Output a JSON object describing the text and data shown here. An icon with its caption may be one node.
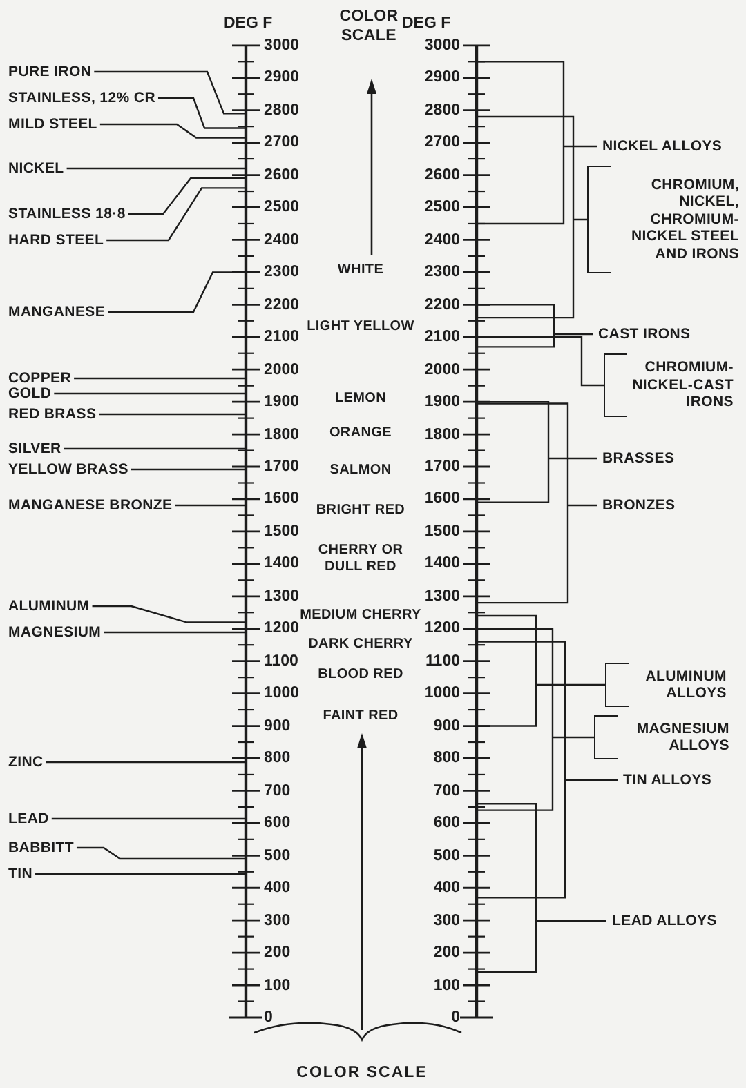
{
  "diagram": {
    "nodes": [
      {
        "text": [
          "PURE IRON"
        ]
      },
      {
        "text": [
          "STAINLESS, 12% CR"
        ]
      },
      {
        "text": [
          "MILD STEEL"
        ]
      },
      {
        "text": [
          "NICKEL"
        ]
      },
      {
        "text": [
          "STAINLESS 18·8"
        ]
      },
      {
        "text": [
          "HARD STEEL"
        ]
      },
      {
        "text": [
          "MANGANESE"
        ]
      },
      {
        "text": [
          "COPPER"
        ]
      },
      {
        "text": [
          "GOLD"
        ]
      },
      {
        "text": [
          "RED BRASS"
        ]
      },
      {
        "text": [
          "SILVER"
        ]
      },
      {
        "text": [
          "YELLOW BRASS"
        ]
      },
      {
        "text": [
          "MANGANESE BRONZE"
        ]
      },
      {
        "text": [
          "ALUMINUM"
        ]
      },
      {
        "text": [
          "MAGNESIUM"
        ]
      },
      {
        "text": [
          "ZINC"
        ]
      },
      {
        "text": [
          "LEAD"
        ]
      },
      {
        "text": [
          "BABBITT"
        ]
      },
      {
        "text": [
          "TIN"
        ]
      },
      {
        "text": [
          "NICKEL ALLOYS"
        ]
      },
      {
        "text": [
          "CHROMIUM, NICKEL, CHROMIUM-NICKEL STEEL AND IRONS"
        ]
      },
      {
        "text": [
          "CAST IRONS"
        ]
      },
      {
        "text": [
          "CHROMIUM-NICKEL-CAST IRONS"
        ]
      },
      {
        "text": [
          "BRASSES"
        ]
      },
      {
        "text": [
          "BRONZES"
        ]
      },
      {
        "text": [
          "ALUMINUM ALLOYS"
        ]
      },
      {
        "text": [
          "MAGNESIUM ALLOYS"
        ]
      },
      {
        "text": [
          "TIN ALLOYS"
        ]
      },
      {
        "text": [
          "LEAD ALLOYS"
        ]
      }
    ],
    "edges": [
      {
        "from": 0,
        "to": null,
        "arrow": "none"
      },
      {
        "from": 1,
        "to": null,
        "arrow": "none"
      },
      {
        "from": 2,
        "to": null,
        "arrow": "none"
      },
      {
        "from": 3,
        "to": null,
        "arrow": "none"
      },
      {
        "from": 4,
        "to": null,
        "arrow": "none"
      },
      {
        "from": 5,
        "to": null,
        "arrow": "none"
      },
      {
        "from": 6,
        "to": null,
        "arrow": "none"
      },
      {
        "from": 7,
        "to": null,
        "arrow": "none"
      },
      {
        "from": 8,
        "to": null,
        "arrow": "none"
      },
      {
        "from": 9,
        "to": null,
        "arrow": "none"
      },
      {
        "from": 10,
        "to": null,
        "arrow": "none"
      },
      {
        "from": 11,
        "to": null,
        "arrow": "none"
      },
      {
        "from": 12,
        "to": null,
        "arrow": "none"
      },
      {
        "from": 13,
        "to": null,
        "arrow": "none"
      },
      {
        "from": 14,
        "to": null,
        "arrow": "none"
      },
      {
        "from": 15,
        "to": null,
        "arrow": "none"
      },
      {
        "from": 16,
        "to": null,
        "arrow": "none"
      },
      {
        "from": 17,
        "to": null,
        "arrow": "none"
      },
      {
        "from": 18,
        "to": null,
        "arrow": "none"
      },
      {
        "from": 19,
        "to": null,
        "arrow": "none"
      },
      {
        "from": 20,
        "to": null,
        "arrow": "none"
      },
      {
        "from": 21,
        "to": null,
        "arrow": "none"
      },
      {
        "from": 22,
        "to": null,
        "arrow": "none"
      },
      {
        "from": 23,
        "to": null,
        "arrow": "none"
      },
      {
        "from": 24,
        "to": null,
        "arrow": "none"
      },
      {
        "from": 25,
        "to": null,
        "arrow": "none"
      },
      {
        "from": 26,
        "to": null,
        "arrow": "none"
      },
      {
        "from": 27,
        "to": null,
        "arrow": "none"
      },
      {
        "from": 28,
        "to": null,
        "arrow": "none"
      }
    ],
    "labels": [
      "DEG F",
      "COLOR SCALE",
      "DEG F",
      "3000",
      "2900",
      "2800",
      "2700",
      "2600",
      "2500",
      "2400",
      "2300",
      "2200",
      "2100",
      "2000",
      "1900",
      "1800",
      "1700",
      "1600",
      "1500",
      "1400",
      "1300",
      "1200",
      "1100",
      "1000",
      "900",
      "800",
      "700",
      "600",
      "500",
      "400",
      "300",
      "200",
      "100",
      "0",
      "3000",
      "2900",
      "2800",
      "2700",
      "2600",
      "2500",
      "2400",
      "2300",
      "2200",
      "2100",
      "2000",
      "1900",
      "1800",
      "1700",
      "1600",
      "1500",
      "1400",
      "1300",
      "1200",
      "1100",
      "1000",
      "900",
      "800",
      "700",
      "600",
      "500",
      "400",
      "300",
      "200",
      "100",
      "0",
      "WHITE",
      "LIGHT YELLOW",
      "LEMON",
      "ORANGE",
      "SALMON",
      "BRIGHT RED",
      "CHERRY OR DULL RED",
      "MEDIUM CHERRY",
      "DARK CHERRY",
      "BLOOD RED",
      "FAINT RED",
      "COLOR SCALE"
    ]
  }
}
